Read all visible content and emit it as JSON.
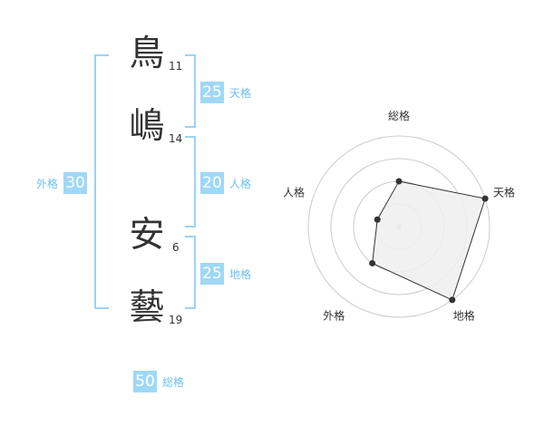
{
  "name_characters": [
    {
      "char": "鳥",
      "strokes": "11"
    },
    {
      "char": "嶋",
      "strokes": "14"
    },
    {
      "char": "安",
      "strokes": "6"
    },
    {
      "char": "藝",
      "strokes": "19"
    }
  ],
  "fortunes": {
    "tenkaku": {
      "value": "25",
      "label": "天格"
    },
    "jinkaku": {
      "value": "20",
      "label": "人格"
    },
    "chikaku": {
      "value": "25",
      "label": "地格"
    },
    "gaikaku": {
      "value": "30",
      "label": "外格"
    },
    "soukaku": {
      "value": "50",
      "label": "総格"
    }
  },
  "chart_data": {
    "type": "radar",
    "axes": [
      "総格",
      "天格",
      "地格",
      "外格",
      "人格"
    ],
    "values": [
      2,
      4,
      4,
      2,
      1
    ],
    "rmax": 4,
    "rings": 4,
    "fill": "#eeeeee",
    "stroke": "#333333",
    "grid_color": "#cccccc"
  }
}
